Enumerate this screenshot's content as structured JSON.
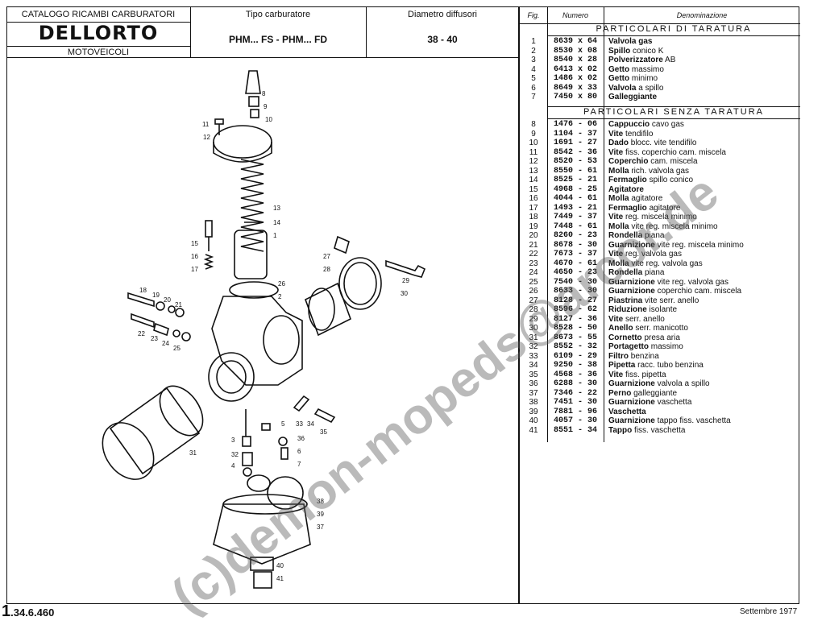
{
  "header": {
    "catalog_title": "CATALOGO RICAMBI CARBURATORI",
    "brand": "DELLORTO",
    "category": "MOTOVEICOLI",
    "type_label": "Tipo carburatore",
    "type_value": "PHM... FS - PHM... FD",
    "diam_label": "Diametro diffusori",
    "diam_value": "38 - 40"
  },
  "table": {
    "col_fig": "Fig.",
    "col_num": "Numero",
    "col_den": "Denominazione",
    "section1": "PARTICOLARI DI TARATURA",
    "section2": "PARTICOLARI SENZA TARATURA",
    "rows1": [
      {
        "fig": "1",
        "num": "8639 x 64",
        "bold": "Valvola gas",
        "rest": ""
      },
      {
        "fig": "2",
        "num": "8530 x 08",
        "bold": "Spillo",
        "rest": " conico K"
      },
      {
        "fig": "3",
        "num": "8540 x 28",
        "bold": "Polverizzatore",
        "rest": " AB"
      },
      {
        "fig": "4",
        "num": "6413 x 02",
        "bold": "Getto",
        "rest": " massimo"
      },
      {
        "fig": "5",
        "num": "1486 x 02",
        "bold": "Getto",
        "rest": " minimo"
      },
      {
        "fig": "6",
        "num": "8649 x 33",
        "bold": "Valvola",
        "rest": " a spillo"
      },
      {
        "fig": "7",
        "num": "7450 x 80",
        "bold": "Galleggiante",
        "rest": ""
      }
    ],
    "rows2": [
      {
        "fig": "8",
        "num": "1476 - 06",
        "bold": "Cappuccio",
        "rest": " cavo gas"
      },
      {
        "fig": "9",
        "num": "1104 - 37",
        "bold": "Vite",
        "rest": " tendifilo"
      },
      {
        "fig": "10",
        "num": "1691 - 27",
        "bold": "Dado",
        "rest": " blocc. vite tendifilo"
      },
      {
        "fig": "11",
        "num": "8542 - 36",
        "bold": "Vite",
        "rest": " fiss. coperchio cam. miscela"
      },
      {
        "fig": "12",
        "num": "8520 - 53",
        "bold": "Coperchio",
        "rest": " cam. miscela"
      },
      {
        "fig": "13",
        "num": "8550 - 61",
        "bold": "Molla",
        "rest": " rich. valvola gas"
      },
      {
        "fig": "14",
        "num": "8525 - 21",
        "bold": "Fermaglio",
        "rest": " spillo conico"
      },
      {
        "fig": "15",
        "num": "4968 - 25",
        "bold": "Agitatore",
        "rest": ""
      },
      {
        "fig": "16",
        "num": "4044 - 61",
        "bold": "Molla",
        "rest": " agitatore"
      },
      {
        "fig": "17",
        "num": "1493 - 21",
        "bold": "Fermaglio",
        "rest": " agitatore"
      },
      {
        "fig": "18",
        "num": "7449 - 37",
        "bold": "Vite",
        "rest": " reg. miscela minimo"
      },
      {
        "fig": "19",
        "num": "7448 - 61",
        "bold": "Molla",
        "rest": " vite reg. miscela minimo"
      },
      {
        "fig": "20",
        "num": "8260 - 23",
        "bold": "Rondella",
        "rest": " piana"
      },
      {
        "fig": "21",
        "num": "8678 - 30",
        "bold": "Guarnizione",
        "rest": " vite reg. miscela minimo"
      },
      {
        "fig": "22",
        "num": "7673 - 37",
        "bold": "Vite",
        "rest": " reg. valvola gas"
      },
      {
        "fig": "23",
        "num": "4670 - 61",
        "bold": "Molla",
        "rest": " vite reg. valvola gas"
      },
      {
        "fig": "24",
        "num": "4650 - 23",
        "bold": "Rondella",
        "rest": " piana"
      },
      {
        "fig": "25",
        "num": "7540 - 30",
        "bold": "Guarnizione",
        "rest": " vite reg. valvola gas"
      },
      {
        "fig": "26",
        "num": "8633 - 30",
        "bold": "Guarnizione",
        "rest": " coperchio cam. miscela"
      },
      {
        "fig": "27",
        "num": "8128 - 27",
        "bold": "Piastrina",
        "rest": " vite serr. anello"
      },
      {
        "fig": "28",
        "num": "8596 - 62",
        "bold": "Riduzione",
        "rest": " isolante"
      },
      {
        "fig": "29",
        "num": "8127 - 36",
        "bold": "Vite",
        "rest": " serr. anello"
      },
      {
        "fig": "30",
        "num": "8528 - 50",
        "bold": "Anello",
        "rest": " serr. manicotto"
      },
      {
        "fig": "31",
        "num": "8673 - 55",
        "bold": "Cornetto",
        "rest": " presa aria"
      },
      {
        "fig": "32",
        "num": "8552 - 32",
        "bold": "Portagetto",
        "rest": " massimo"
      },
      {
        "fig": "33",
        "num": "6109 - 29",
        "bold": "Filtro",
        "rest": " benzina"
      },
      {
        "fig": "34",
        "num": "9250 - 38",
        "bold": "Pipetta",
        "rest": " racc. tubo benzina"
      },
      {
        "fig": "35",
        "num": "4568 - 36",
        "bold": "Vite",
        "rest": " fiss. pipetta"
      },
      {
        "fig": "36",
        "num": "6288 - 30",
        "bold": "Guarnizione",
        "rest": " valvola a spillo"
      },
      {
        "fig": "37",
        "num": "7346 - 22",
        "bold": "Perno",
        "rest": " galleggiante"
      },
      {
        "fig": "38",
        "num": "7451 - 30",
        "bold": "Guarnizione",
        "rest": " vaschetta"
      },
      {
        "fig": "39",
        "num": "7881 - 96",
        "bold": "Vaschetta",
        "rest": ""
      },
      {
        "fig": "40",
        "num": "4057 - 30",
        "bold": "Guarnizione",
        "rest": " tappo fiss. vaschetta"
      },
      {
        "fig": "41",
        "num": "8551 - 34",
        "bold": "Tappo",
        "rest": " fiss. vaschetta"
      }
    ]
  },
  "footer": {
    "code_big": "1",
    "code_rest": ".34.6.460",
    "date": "Settembre 1977"
  },
  "watermark": "(c)demon-mopeds@arcor.de",
  "callouts": [
    "1",
    "2",
    "3",
    "4",
    "5",
    "6",
    "7",
    "8",
    "9",
    "10",
    "11",
    "12",
    "13",
    "14",
    "15",
    "16",
    "17",
    "18",
    "19",
    "20",
    "21",
    "22",
    "23",
    "24",
    "25",
    "26",
    "27",
    "28",
    "29",
    "30",
    "31",
    "32",
    "33",
    "34",
    "35",
    "36",
    "37",
    "38",
    "39",
    "40",
    "41"
  ]
}
